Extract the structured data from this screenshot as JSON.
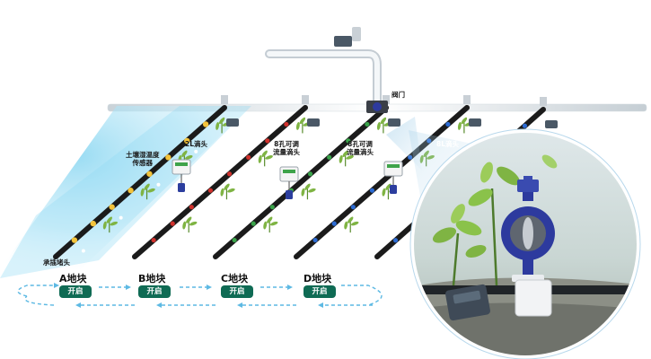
{
  "labels": {
    "sensor": [
      "土壤湿温度",
      "传感器"
    ],
    "dripper_2l": "2L滴头",
    "dripper_8hole_1": [
      "8孔可调",
      "流量滴头"
    ],
    "dripper_8hole_2": [
      "8孔可调",
      "流量滴头"
    ],
    "dripper_8l": "8L滴头",
    "valve": "阀门",
    "end_plug": "承插堵头"
  },
  "plots": [
    {
      "name": "A地块",
      "button": "开启"
    },
    {
      "name": "B地块",
      "button": "开启"
    },
    {
      "name": "C地块",
      "button": "开启"
    },
    {
      "name": "D地块",
      "button": "开启"
    }
  ],
  "colors": {
    "pipe": "#1b1b1b",
    "main_pipe": "#e8edf1",
    "button": "#0f6b54",
    "glow": "#7fd3f0",
    "valve_body": "#2d3a9e",
    "dashed_arrow": "#5db9e3",
    "dripper_yellow": "#f3c33b",
    "dripper_red": "#d0312d",
    "dripper_green": "#3aa34a",
    "dripper_blue": "#2c6bd3"
  },
  "icons": [
    "wireless-valve-controller-icon",
    "butterfly-valve-icon",
    "sensor-box-icon",
    "plant-icon"
  ]
}
